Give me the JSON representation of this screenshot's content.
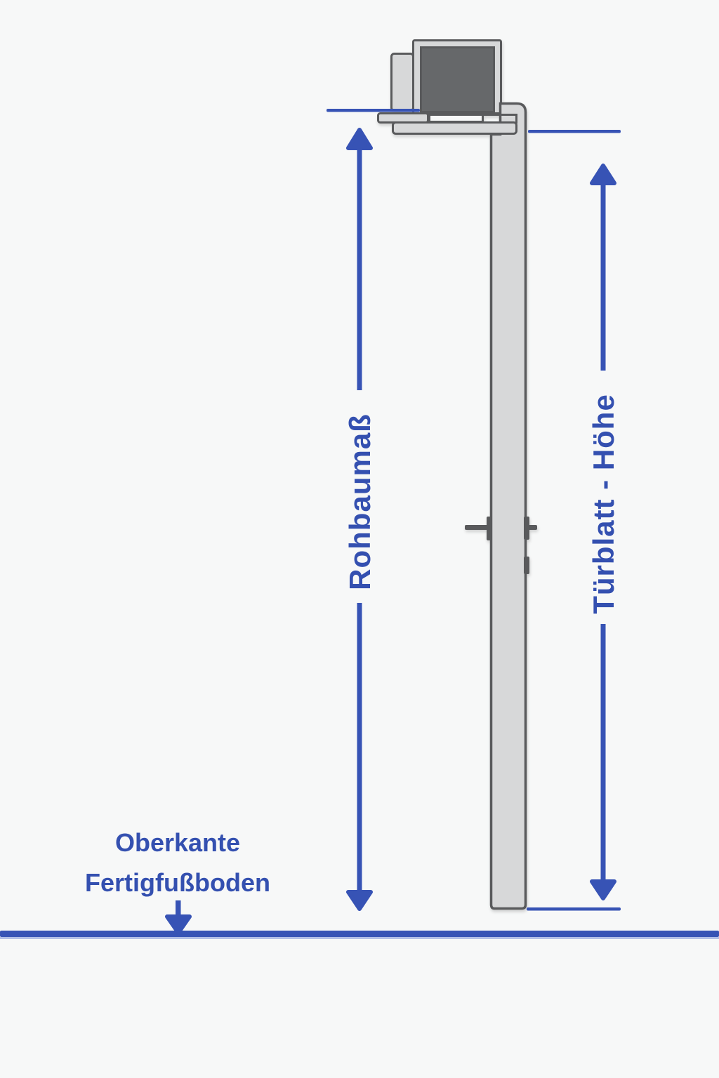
{
  "page": {
    "background": "#f7f8f8"
  },
  "diagram": {
    "type": "door-height-measurement-cross-section",
    "labels": {
      "rohbaumass": "Rohbaumaß",
      "tuerblatt_hoehe": "Türblatt - Höhe",
      "oberkante_line1": "Oberkante",
      "oberkante_line2": "Fertigfußboden"
    },
    "colors": {
      "accent_blue": "#3753b5",
      "label_blue": "#3450b0",
      "frame_light_gray": "#d7d8d9",
      "wall_dark_gray": "#66686a",
      "outline_gray": "#595a5c",
      "floor_underline": "#b3bfe6",
      "background": "#f7f8f8"
    }
  }
}
